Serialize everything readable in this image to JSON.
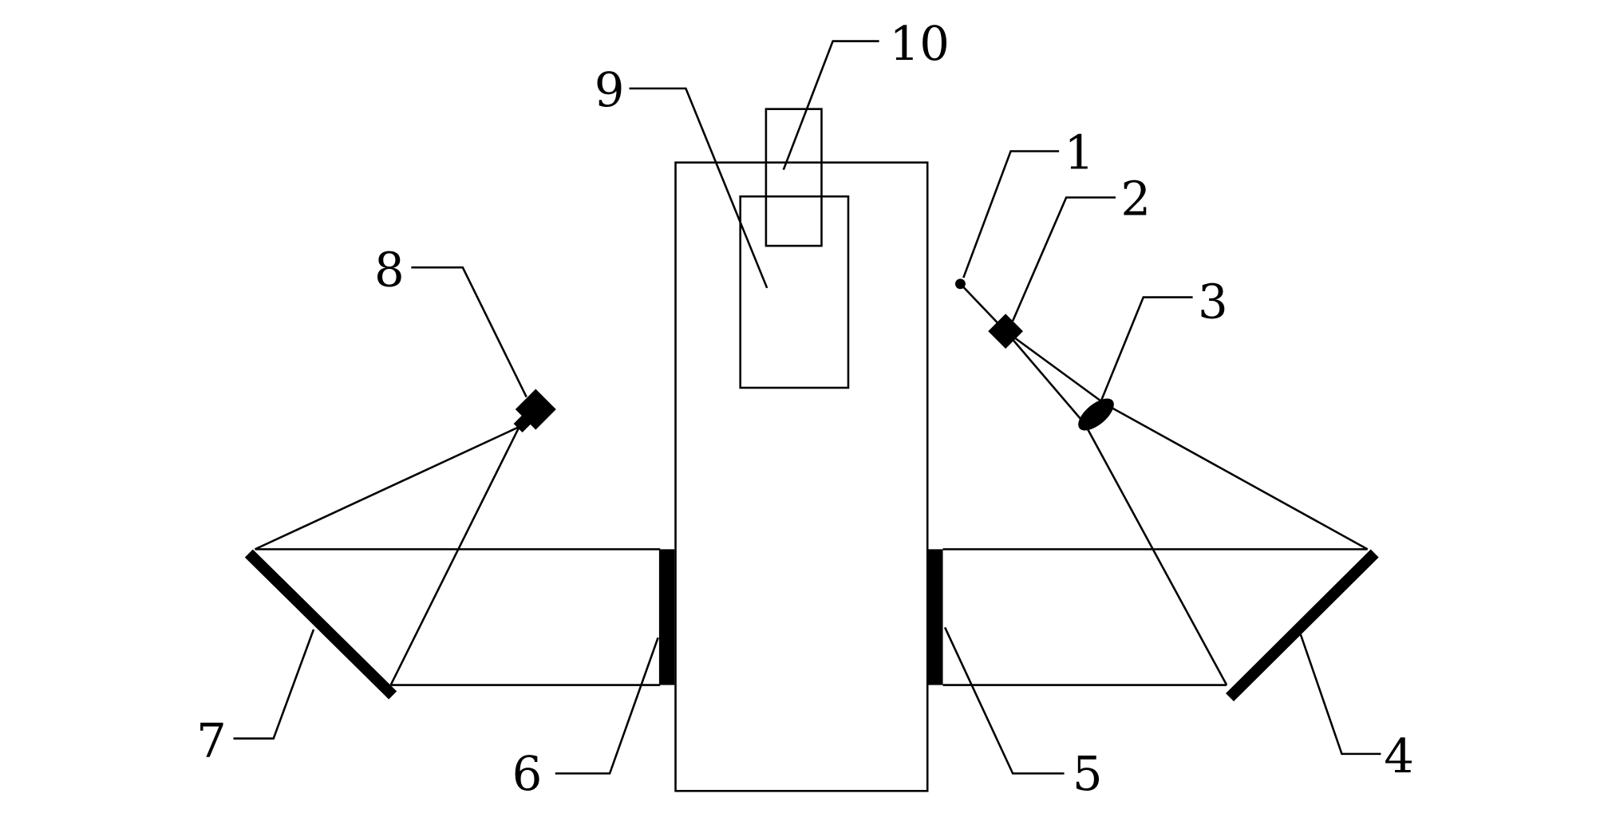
{
  "diagram": {
    "type": "patent-schematic",
    "stroke_color": "#000000",
    "background": "#ffffff",
    "labels": {
      "l1": "1",
      "l2": "2",
      "l3": "3",
      "l4": "4",
      "l5": "5",
      "l6": "6",
      "l7": "7",
      "l8": "8",
      "l9": "9",
      "l10": "10"
    }
  }
}
